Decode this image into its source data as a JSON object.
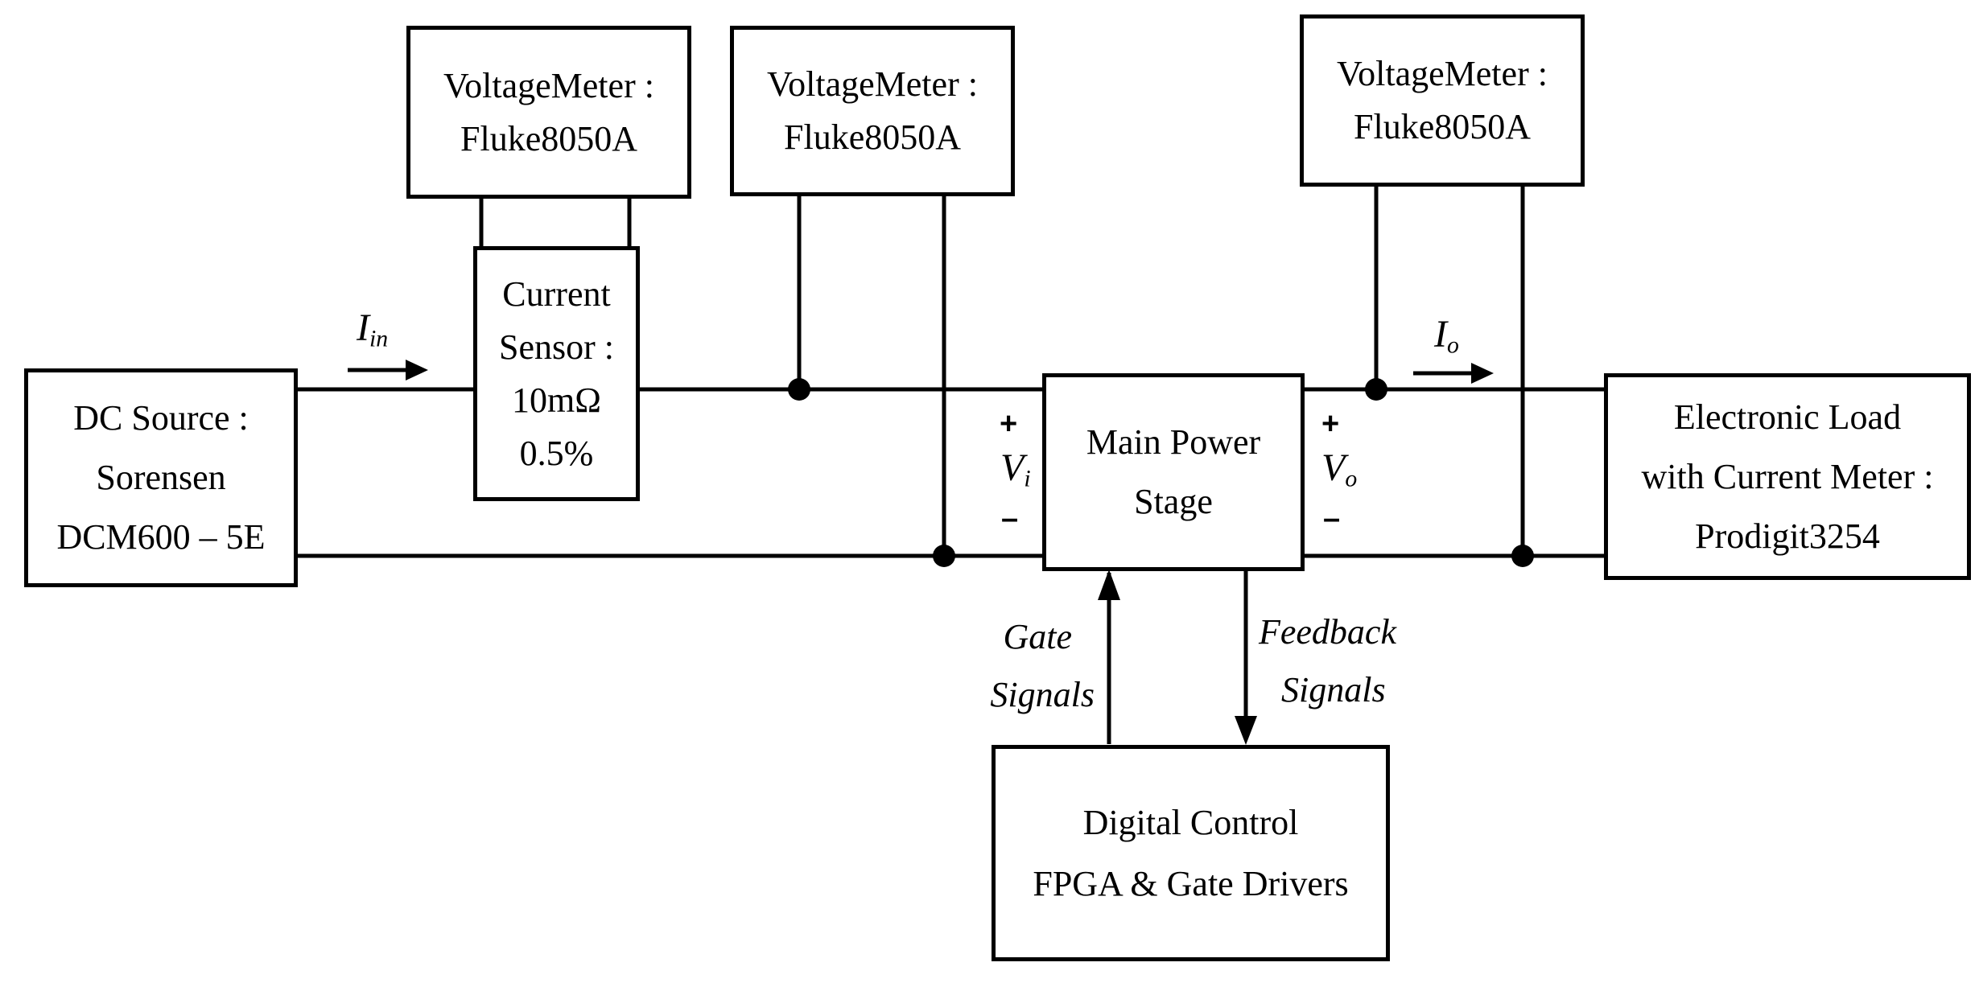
{
  "meters": {
    "left": {
      "line1": "VoltageMeter :",
      "line2": "Fluke8050A"
    },
    "middle": {
      "line1": "VoltageMeter :",
      "line2": "Fluke8050A"
    },
    "right": {
      "line1": "VoltageMeter :",
      "line2": "Fluke8050A"
    }
  },
  "current_sensor": {
    "line1": "Current",
    "line2": "Sensor :",
    "line3": "10mΩ",
    "line4": "0.5%"
  },
  "dc_source": {
    "line1": "DC Source :",
    "line2": "Sorensen",
    "line3": "DCM600 – 5E"
  },
  "main_power_stage": {
    "line1": "Main Power",
    "line2": "Stage"
  },
  "electronic_load": {
    "line1": "Electronic Load",
    "line2": "with Current Meter :",
    "line3": "Prodigit3254"
  },
  "digital_control": {
    "line1": "Digital Control",
    "line2": "FPGA & Gate Drivers"
  },
  "labels": {
    "i_in": {
      "main": "I",
      "sub": "in"
    },
    "i_o": {
      "main": "I",
      "sub": "o"
    },
    "v_i": {
      "main": "V",
      "sub": "i"
    },
    "v_o": {
      "main": "V",
      "sub": "o"
    },
    "plus": "+",
    "minus": "–",
    "gate_signals": {
      "line1": "Gate",
      "line2": "Signals"
    },
    "feedback_signals": {
      "line1": "Feedback",
      "line2": "Signals"
    }
  }
}
